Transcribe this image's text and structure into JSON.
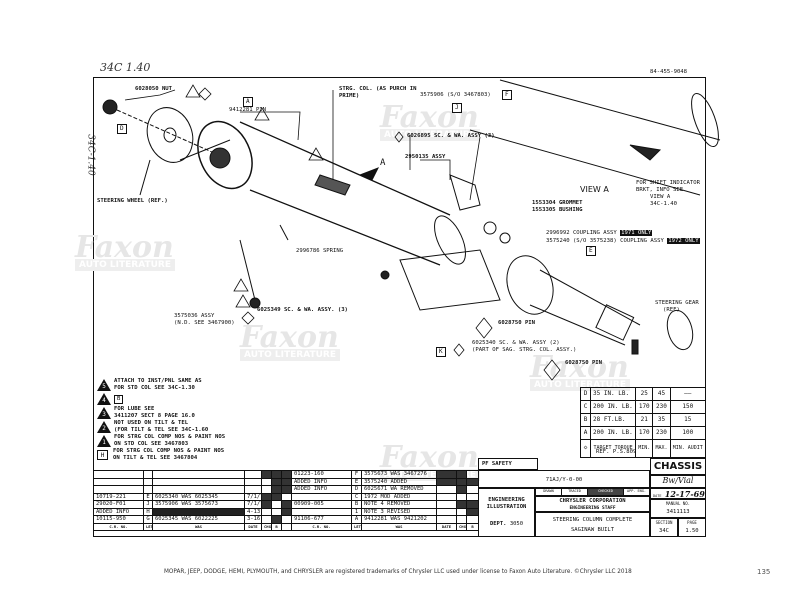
{
  "header": {
    "handwritten_top": "34C  1.40",
    "handwritten_side": "34C-1.40",
    "drawing_id": "84-455-9048"
  },
  "callouts": {
    "nut": "6028050 NUT",
    "pin": "9412281 PIN",
    "strg_col": "STRG. COL. (AS PURCH IN PRIME)",
    "strg_col_part": "3575906 (S/O 3467803)",
    "sc_wa_3": "6026895 SC. & WA. ASSY (3)",
    "assy_2950135": "2950135 ASSY",
    "steering_wheel": "STEERING WHEEL (REF.)",
    "spring": "2996786 SPRING",
    "grommet": "1553304 GROMMET",
    "bushing": "1553305 BUSHING",
    "view_a": "VIEW A",
    "arrow_a": "A",
    "shift_indicator": [
      "FOR SHIFT INDICATOR",
      "BRKT, INFO SEE",
      "VIEW A",
      "34C-1.40"
    ],
    "coupling_1971": "2996992 COUPLING ASSY",
    "coupling_1971_tag": "1971 ONLY",
    "coupling_1972": "3575240 (S/O 3575238) COUPLING ASSY",
    "coupling_1972_tag": "1972 ONLY",
    "steering_gear": [
      "STEERING GEAR",
      "(REF)"
    ],
    "assy_3575036": [
      "3575036 ASSY",
      "(N.D. SEE 3467900)"
    ],
    "sc_wa_6025349": "6025349 SC. & WA. ASSY. (3)",
    "pin_6028750_a": "6028750 PIN",
    "sc_wa_6025340": [
      "6025340 SC. & WA. ASSY (2)",
      "(PART OF SAG. STRG. COL. ASSY.)"
    ],
    "pin_6028750_b": "6028750 PIN",
    "letters": {
      "D": "D",
      "A": "A",
      "F": "F",
      "J": "J",
      "E": "E",
      "K": "K",
      "B": "B",
      "G": "G",
      "n2": "2",
      "n5": "5"
    }
  },
  "notes": [
    {
      "sym": "5",
      "lines": [
        "ATTACH TO INST/PNL SAME AS",
        "FOR STD COL SEE 34C-1.30"
      ]
    },
    {
      "sym": "4",
      "lines": [
        "B"
      ]
    },
    {
      "sym": "3",
      "lines": [
        "FOR LUBE SEE",
        "3411207 SECT 8 PAGE 16.0"
      ]
    },
    {
      "sym": "2",
      "lines": [
        "NOT USED ON TILT & TEL",
        "(FOR TILT & TEL SEE 34C-1.60"
      ]
    },
    {
      "sym": "1",
      "lines": [
        "FOR STRG COL COMP NOS & PAINT NOS",
        "ON STD COL SEE 3467803"
      ]
    },
    {
      "sym": "H",
      "lines": [
        "FOR STRG COL COMP NOS & PAINT NOS",
        "ON TILT & TEL SEE 3467804"
      ]
    }
  ],
  "torque_table": {
    "rows": [
      [
        "D",
        "35 IN. LB.",
        "25",
        "45",
        "——"
      ],
      [
        "C",
        "200 IN. LB.",
        "170",
        "230",
        "150"
      ],
      [
        "B",
        "28 FT.LB.",
        "21",
        "35",
        "15"
      ],
      [
        "A",
        "200 IN. LB.",
        "170",
        "230",
        "100"
      ]
    ],
    "header": [
      "TARGET TORQUE",
      "MIN.",
      "MAX.",
      "MIN. AUDIT"
    ],
    "ref": "REF. P.S.809"
  },
  "revisions": {
    "headers": [
      "C.R. NO.",
      "LET",
      "WAS",
      "DATE",
      "CHGD",
      "B",
      "C.R. NO.",
      "LET",
      "WAS",
      "DATE",
      "CHGD",
      "B"
    ],
    "left": [
      [
        "",
        "",
        "",
        ""
      ],
      [
        "",
        "",
        "",
        ""
      ],
      [
        "",
        "",
        "",
        ""
      ],
      [
        "10719-221",
        "E",
        "6025340 WAS 6025345",
        "7/1/70"
      ],
      [
        "29020-F01",
        "J",
        "3575906 WAS 3575673",
        "7/1/70"
      ],
      [
        "ADDED INFO",
        "H",
        "",
        "4-13-71"
      ],
      [
        "10115-950",
        "G",
        "6025345 WAS 6022225",
        "3-16-70"
      ]
    ],
    "right": [
      [
        "01223-160",
        "F",
        "3575673 WAS 3467276"
      ],
      [
        "ADDED INFO",
        "E",
        "3575240 ADDED"
      ],
      [
        "ADDED INFO",
        "D",
        "6025671 WA REMOVED"
      ],
      [
        "",
        "C",
        "1972 MOD ADDED"
      ],
      [
        "00909-005",
        "B",
        "NOTE 4 REMOVED"
      ],
      [
        "",
        "1",
        "NOTE 3 REVISED"
      ],
      [
        "91106-677",
        "A",
        "9412281 WAS 9421202"
      ]
    ]
  },
  "title_block": {
    "safety": "PF SAFETY",
    "model": "71AJ/Y-0-00",
    "chassis": "CHASSIS",
    "eng1": "ENGINEERING",
    "eng2": "ILLUSTRATION",
    "dept_label": "DEPT.",
    "dept": "3050",
    "drawn": "DRAWN",
    "traced": "TRACED",
    "checked": "CHECKED",
    "appd": "APP. ENG.",
    "corp": "CHRYSLER CORPORATION",
    "staff": "ENGINEERING STAFF",
    "title1": "STEERING COLUMN COMPLETE",
    "title2": "SAGINAW BUILT",
    "date_label": "DATE",
    "date": "12-17-69",
    "manual_label": "MANUAL NO.",
    "manual": "3411113",
    "section_label": "SECTION",
    "section": "34C",
    "page_label": "PAGE",
    "page": "1.50",
    "sign": "Bw/Vial"
  },
  "footer": {
    "trademark": "MOPAR, JEEP, DODGE, HEMI, PLYMOUTH, and CHRYSLER are registered trademarks of Chrysler LLC used under license to Faxon Auto Literature. ©Chrysler LLC 2018",
    "page_number": "135"
  },
  "watermark": {
    "brand": "Faxon",
    "sub": "AUTO LITERATURE"
  }
}
